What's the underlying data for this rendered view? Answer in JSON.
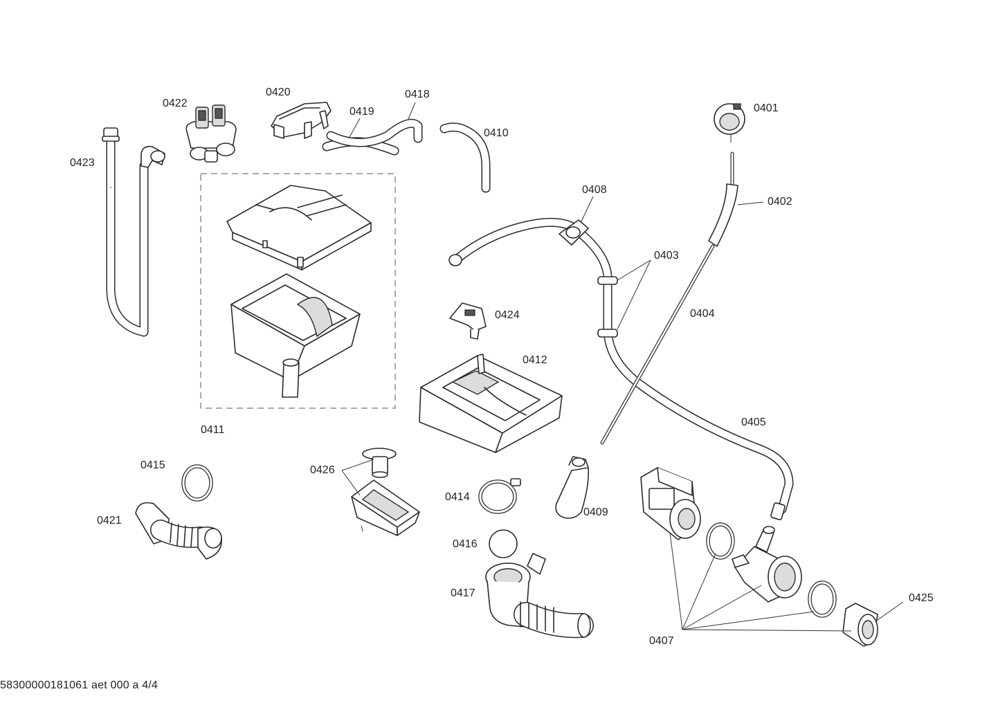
{
  "callouts": {
    "c0401": "0401",
    "c0402": "0402",
    "c0403": "0403",
    "c0404": "0404",
    "c0405": "0405",
    "c0407": "0407",
    "c0408": "0408",
    "c0409": "0409",
    "c0410": "0410",
    "c0411": "0411",
    "c0412": "0412",
    "c0414": "0414",
    "c0415": "0415",
    "c0416": "0416",
    "c0417": "0417",
    "c0418": "0418",
    "c0419": "0419",
    "c0420": "0420",
    "c0421": "0421",
    "c0422": "0422",
    "c0423": "0423",
    "c0424": "0424",
    "c0425": "0425",
    "c0426": "0426"
  },
  "footer": {
    "document_id": "58300000181061 aet 000 a 4/4"
  }
}
